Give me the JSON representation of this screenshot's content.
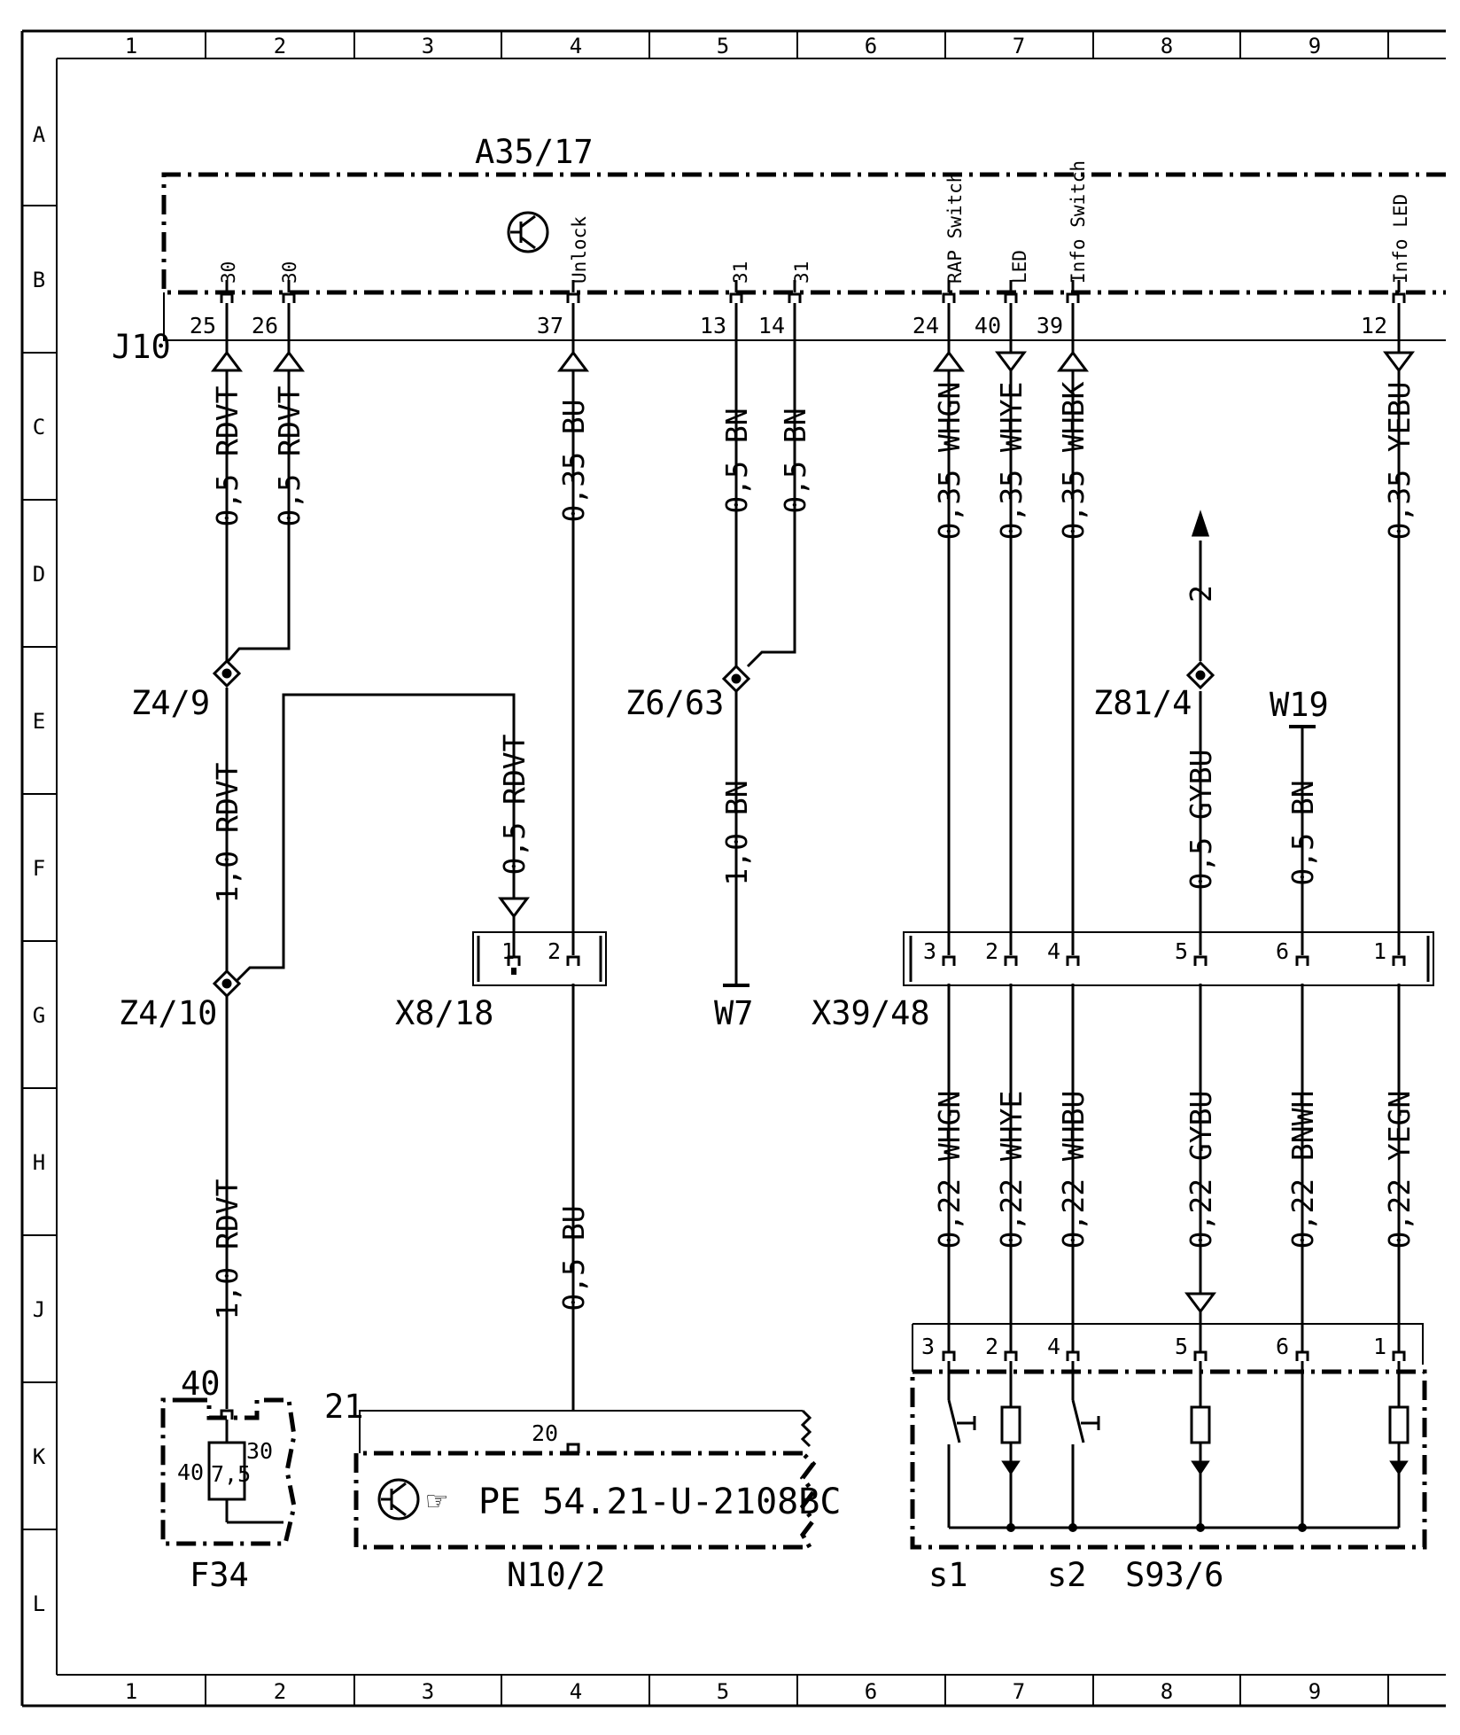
{
  "grid": {
    "columns": [
      "1",
      "2",
      "3",
      "4",
      "5",
      "6",
      "7",
      "8",
      "9"
    ],
    "rows": [
      "A",
      "B",
      "C",
      "D",
      "E",
      "F",
      "G",
      "H",
      "J",
      "K",
      "L"
    ]
  },
  "module": {
    "name": "A35/17",
    "connector": "J10",
    "pins": [
      {
        "pin": "25",
        "function": "30",
        "wire": "0,5 RDVT",
        "arrow": "up"
      },
      {
        "pin": "26",
        "function": "30",
        "wire": "0,5 RDVT",
        "arrow": "up"
      },
      {
        "pin": "37",
        "function": "Unlock",
        "wire": "0,35 BU",
        "arrow": "up"
      },
      {
        "pin": "13",
        "function": "31",
        "wire": "0,5 BN",
        "arrow": "none"
      },
      {
        "pin": "14",
        "function": "31",
        "wire": "0,5 BN",
        "arrow": "none"
      },
      {
        "pin": "24",
        "function": "RAP Switch",
        "wire": "0,35 WHGN",
        "arrow": "up"
      },
      {
        "pin": "40",
        "function": "LED",
        "wire": "0,35 WHYE",
        "arrow": "down"
      },
      {
        "pin": "39",
        "function": "Info Switch",
        "wire": "0,35 WHBK",
        "arrow": "up"
      },
      {
        "pin": "12",
        "function": "Info LED",
        "wire": "0,35 YEBU",
        "arrow": "down"
      }
    ]
  },
  "splices": {
    "z4_9": "Z4/9",
    "z4_10": "Z4/10",
    "z6_63": "Z6/63",
    "z81_4": "Z81/4"
  },
  "grounds": {
    "w7": "W7",
    "w19": "W19"
  },
  "wires": {
    "rdvt_1_0_upper": "1,0 RDVT",
    "rdvt_1_0_lower": "1,0 RDVT",
    "rdvt_0_5_x8": "0,5 RDVT",
    "bu_0_5": "0,5 BU",
    "bn_1_0": "1,0 BN",
    "gybu_0_5": "0,5 GYBU",
    "bn_0_5": "0,5 BN",
    "ref_2": "2"
  },
  "x8_18": {
    "name": "X8/18",
    "pins": [
      "1",
      "2"
    ]
  },
  "x39_48": {
    "name": "X39/48",
    "pins": [
      "3",
      "2",
      "4",
      "5",
      "6",
      "1"
    ],
    "wires_below": [
      "0,22 WHGN",
      "0,22 WHYE",
      "0,22 WHBU",
      "0,22 GYBU",
      "0,22 BNWH",
      "0,22 YEGN"
    ]
  },
  "fuse": {
    "name": "F34",
    "rating": "7,5",
    "terminal_top": "40",
    "pin_left": "40",
    "pin_right": "30"
  },
  "n10_2": {
    "name": "N10/2",
    "terminal": "21",
    "pin": "20",
    "reference": "PE 54.21-U-2108BC"
  },
  "s93_6": {
    "name": "S93/6",
    "pins": [
      "3",
      "2",
      "4",
      "5",
      "6",
      "1"
    ],
    "switch1": "s1",
    "switch2": "s2"
  }
}
